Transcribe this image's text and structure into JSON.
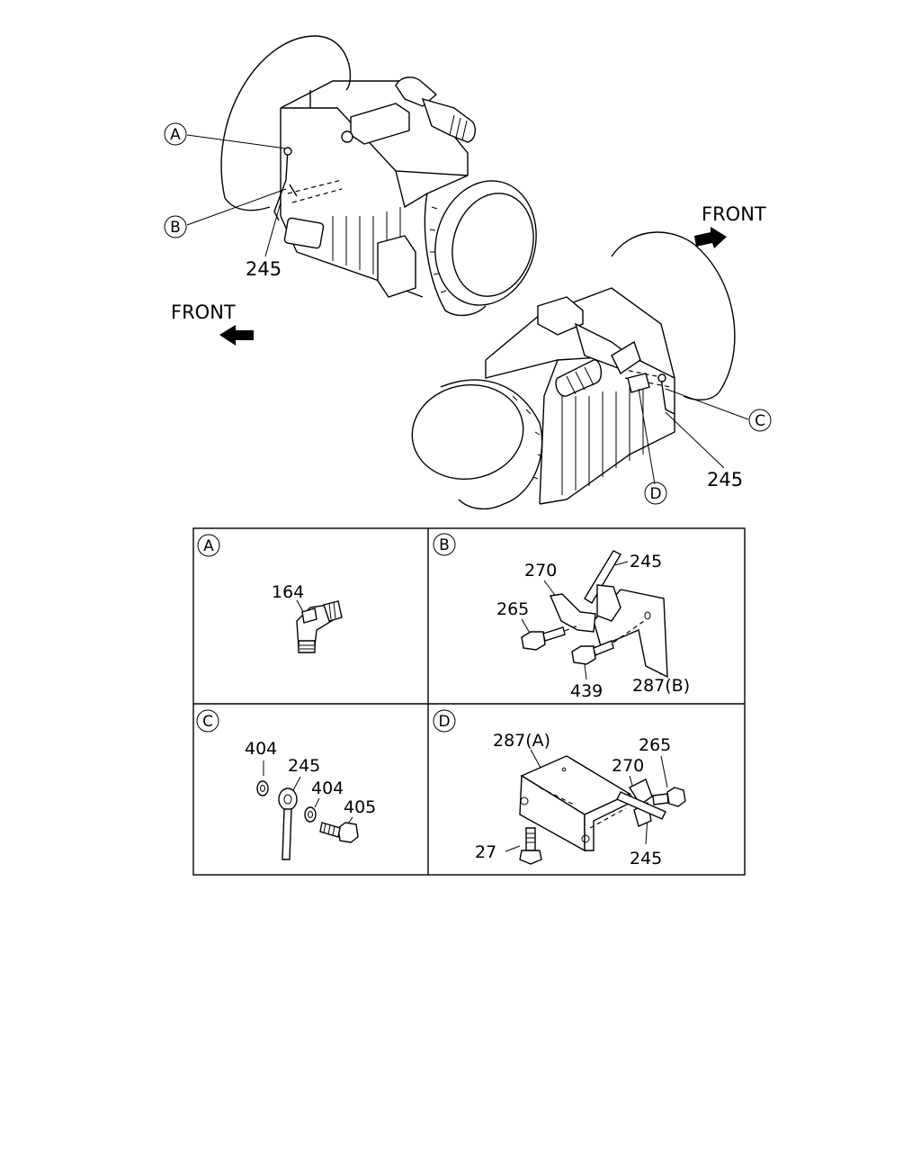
{
  "callouts": {
    "a": "A",
    "b": "B",
    "c": "C",
    "d": "D"
  },
  "directions": {
    "front_left": "FRONT",
    "front_right": "FRONT"
  },
  "overview_labels": {
    "left_245": "245",
    "right_245": "245"
  },
  "detail_a": {
    "panel_letter": "A",
    "part_164": "164"
  },
  "detail_b": {
    "panel_letter": "B",
    "part_270": "270",
    "part_245": "245",
    "part_265": "265",
    "part_439": "439",
    "part_287b": "287(B)"
  },
  "detail_c": {
    "panel_letter": "C",
    "part_404a": "404",
    "part_245": "245",
    "part_404b": "404",
    "part_405": "405"
  },
  "detail_d": {
    "panel_letter": "D",
    "part_287a": "287(A)",
    "part_265": "265",
    "part_270": "270",
    "part_27": "27",
    "part_245": "245"
  }
}
